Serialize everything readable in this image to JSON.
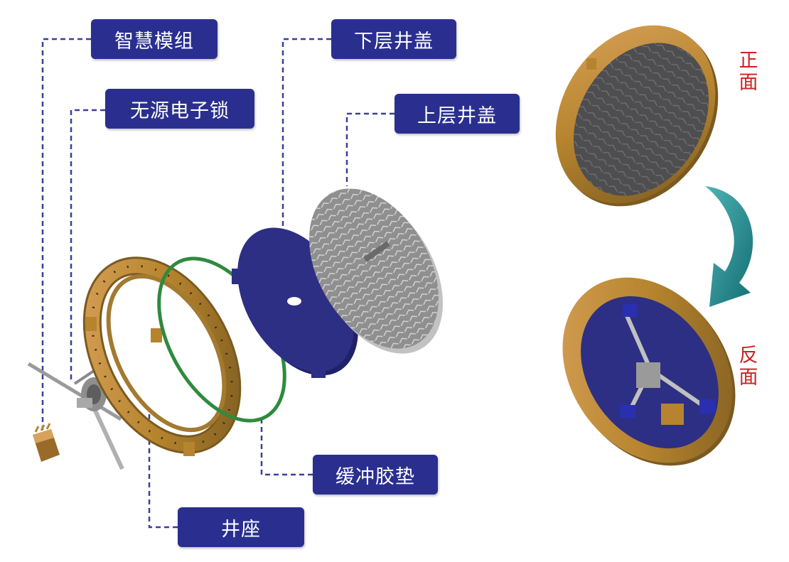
{
  "labels": {
    "smart_module": "智慧模组",
    "passive_lock": "无源电子锁",
    "lower_cover": "下层井盖",
    "upper_cover": "上层井盖",
    "buffer_gasket": "缓冲胶垫",
    "well_seat": "井座"
  },
  "views": {
    "front": "正面",
    "back": "反面"
  },
  "colors": {
    "label_bg": "#2a2f8f",
    "label_text": "#ffffff",
    "leader_line": "#3a3f9a",
    "side_text": "#cc2222",
    "bronze": "#c98a3a",
    "navy_plate": "#2d2f84",
    "gasket_green": "#2f8a3e",
    "cover_grey": "#9a9a9a",
    "arrow_teal": "#1f8a8a"
  }
}
